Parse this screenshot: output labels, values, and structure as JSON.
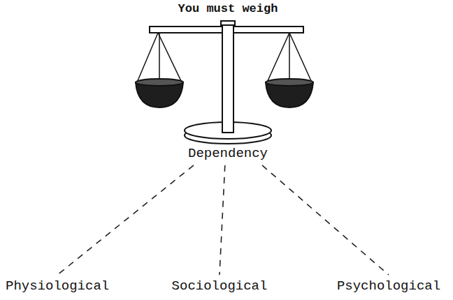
{
  "diagram": {
    "title": "You must weigh",
    "nodes": [
      {
        "text": [
          "Dependency"
        ]
      },
      {
        "text": [
          "Physiological"
        ]
      },
      {
        "text": [
          "Sociological"
        ]
      },
      {
        "text": [
          "Psychological"
        ]
      }
    ],
    "edges": [
      {
        "from": 0,
        "to": 1,
        "arrow": "none"
      },
      {
        "from": 0,
        "to": 2,
        "arrow": "none"
      },
      {
        "from": 0,
        "to": 3,
        "arrow": "none"
      }
    ]
  }
}
